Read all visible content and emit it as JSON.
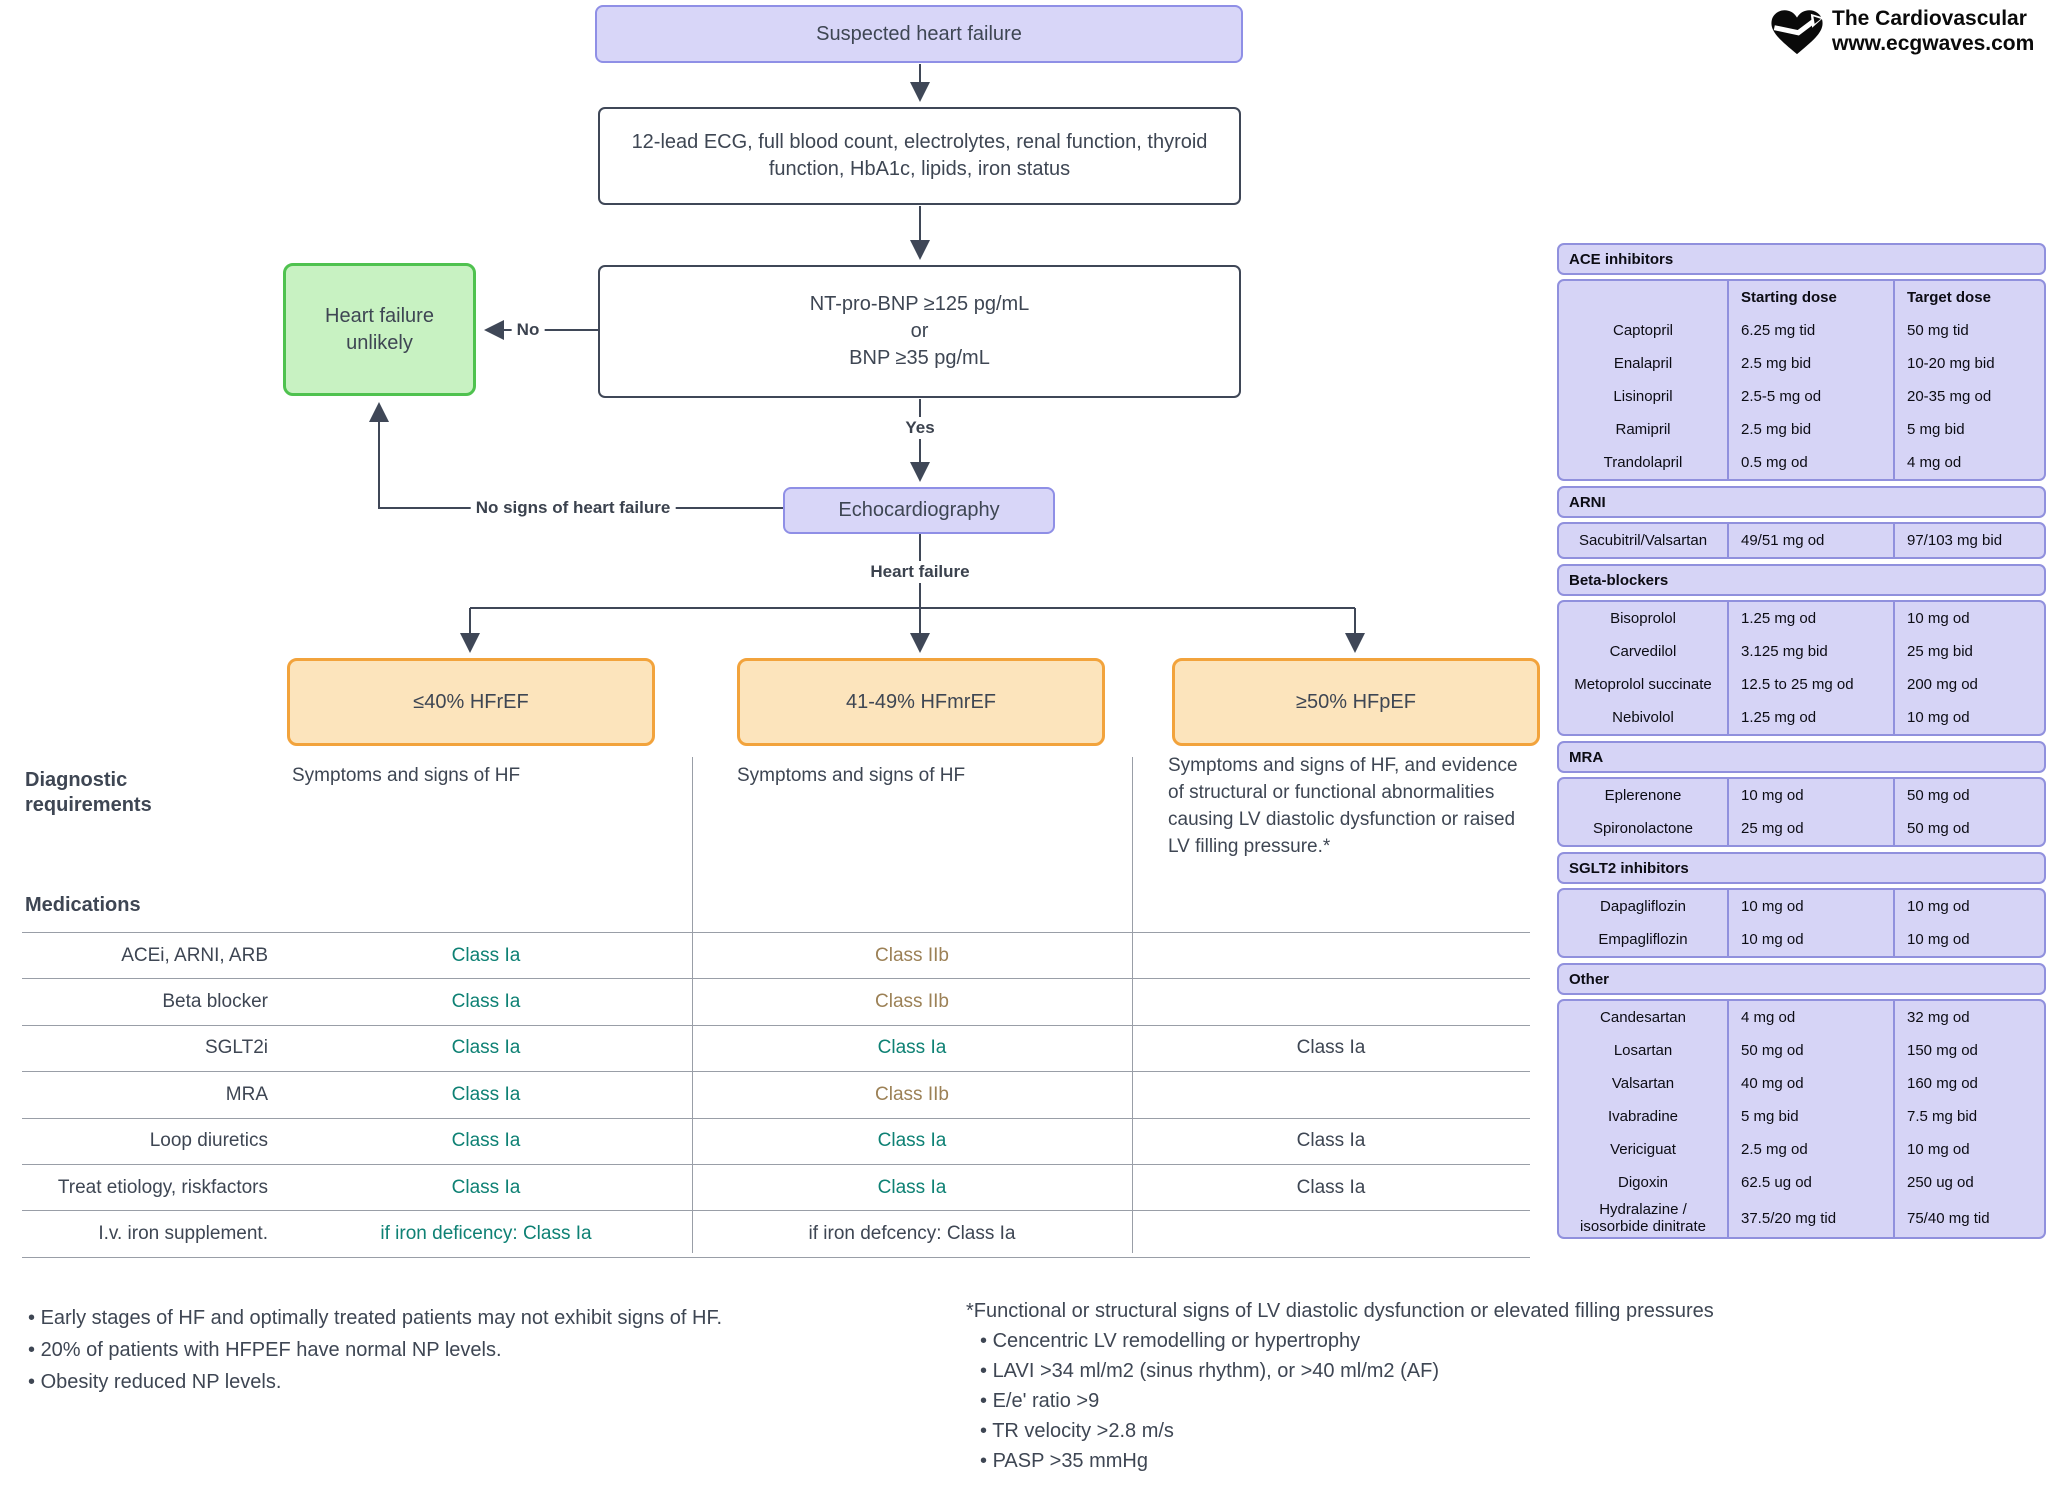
{
  "logo": {
    "title": "The Cardiovascular",
    "site": "www.ecgwaves.com"
  },
  "flowchart": {
    "suspected": "Suspected heart failure",
    "workup": "12-lead ECG, full blood count, electrolytes, renal function, thyroid function, HbA1c, lipids, iron status",
    "bnp_lines": [
      "NT-pro-BNP ≥125 pg/mL",
      "or",
      "BNP ≥35 pg/mL"
    ],
    "unlikely": "Heart failure unlikely",
    "no_label": "No",
    "yes_label": "Yes",
    "echo": "Echocardiography",
    "no_signs_label": "No signs of heart failure",
    "hf_label": "Heart failure",
    "branches": [
      "≤40% HFrEF",
      "41-49% HFmrEF",
      "≥50% HFpEF"
    ]
  },
  "matrix": {
    "diagnostic_header": "Diagnostic requirements",
    "medications_header": "Medications",
    "diagnostic": [
      "Symptoms and signs of HF",
      "Symptoms and signs of HF",
      "Symptoms and signs of HF, and evidence of structural or functional abnormalities causing LV diastolic dysfunction or raised LV filling pressure.*"
    ],
    "rows": [
      {
        "label": "ACEi, ARNI, ARB",
        "cells": [
          {
            "text": "Class Ia",
            "tone": "teal"
          },
          {
            "text": "Class IIb",
            "tone": "olive"
          },
          {
            "text": "",
            "tone": "dark"
          }
        ]
      },
      {
        "label": "Beta blocker",
        "cells": [
          {
            "text": "Class Ia",
            "tone": "teal"
          },
          {
            "text": "Class IIb",
            "tone": "olive"
          },
          {
            "text": "",
            "tone": "dark"
          }
        ]
      },
      {
        "label": "SGLT2i",
        "cells": [
          {
            "text": "Class Ia",
            "tone": "teal"
          },
          {
            "text": "Class Ia",
            "tone": "teal"
          },
          {
            "text": "Class Ia",
            "tone": "dark"
          }
        ]
      },
      {
        "label": "MRA",
        "cells": [
          {
            "text": "Class Ia",
            "tone": "teal"
          },
          {
            "text": "Class IIb",
            "tone": "olive"
          },
          {
            "text": "",
            "tone": "dark"
          }
        ]
      },
      {
        "label": "Loop diuretics",
        "cells": [
          {
            "text": "Class Ia",
            "tone": "teal"
          },
          {
            "text": "Class Ia",
            "tone": "teal"
          },
          {
            "text": "Class Ia",
            "tone": "dark"
          }
        ]
      },
      {
        "label": "Treat etiology, riskfactors",
        "cells": [
          {
            "text": "Class Ia",
            "tone": "teal"
          },
          {
            "text": "Class Ia",
            "tone": "teal"
          },
          {
            "text": "Class Ia",
            "tone": "dark"
          }
        ]
      },
      {
        "label": "I.v. iron supplement.",
        "cells": [
          {
            "text": "if iron deficency: Class Ia",
            "tone": "teal"
          },
          {
            "text": "if iron defcency: Class Ia",
            "tone": "dark"
          },
          {
            "text": "",
            "tone": "dark"
          }
        ]
      }
    ]
  },
  "sidebar": {
    "col_headers": [
      "Starting dose",
      "Target dose"
    ],
    "sections": [
      {
        "title": "ACE inhibitors",
        "header_row": true,
        "rows": [
          [
            "Captopril",
            "6.25 mg tid",
            "50 mg tid"
          ],
          [
            "Enalapril",
            "2.5 mg bid",
            "10-20 mg bid"
          ],
          [
            "Lisinopril",
            "2.5-5 mg od",
            "20-35 mg od"
          ],
          [
            "Ramipril",
            "2.5 mg bid",
            "5 mg bid"
          ],
          [
            "Trandolapril",
            "0.5 mg od",
            "4 mg od"
          ]
        ]
      },
      {
        "title": "ARNI",
        "header_row": false,
        "rows": [
          [
            "Sacubitril/Valsartan",
            "49/51 mg od",
            "97/103 mg bid"
          ]
        ]
      },
      {
        "title": "Beta-blockers",
        "header_row": false,
        "rows": [
          [
            "Bisoprolol",
            "1.25 mg od",
            "10 mg od"
          ],
          [
            "Carvedilol",
            "3.125 mg bid",
            "25 mg bid"
          ],
          [
            "Metoprolol succinate",
            "12.5 to 25 mg od",
            "200 mg od"
          ],
          [
            "Nebivolol",
            "1.25 mg od",
            "10 mg od"
          ]
        ]
      },
      {
        "title": "MRA",
        "header_row": false,
        "rows": [
          [
            "Eplerenone",
            "10 mg od",
            "50 mg od"
          ],
          [
            "Spironolactone",
            "25 mg od",
            "50 mg od"
          ]
        ]
      },
      {
        "title": "SGLT2 inhibitors",
        "header_row": false,
        "rows": [
          [
            "Dapagliflozin",
            "10 mg od",
            "10 mg od"
          ],
          [
            "Empagliflozin",
            "10 mg od",
            "10 mg od"
          ]
        ]
      },
      {
        "title": "Other",
        "header_row": false,
        "rows": [
          [
            "Candesartan",
            "4 mg od",
            "32 mg od"
          ],
          [
            "Losartan",
            "50 mg od",
            "150 mg od"
          ],
          [
            "Valsartan",
            "40 mg od",
            "160 mg od"
          ],
          [
            "Ivabradine",
            "5 mg bid",
            "7.5 mg bid"
          ],
          [
            "Vericiguat",
            "2.5 mg od",
            "10 mg od"
          ],
          [
            "Digoxin",
            "62.5 ug od",
            "250 ug od"
          ],
          [
            "Hydralazine / isosorbide dinitrate",
            "37.5/20 mg tid",
            "75/40 mg tid"
          ]
        ]
      }
    ]
  },
  "notes_left": [
    "Early stages of HF and optimally treated patients may not exhibit signs of HF.",
    "20% of patients with HFPEF have normal NP levels.",
    "Obesity reduced NP levels."
  ],
  "notes_right": {
    "title": "*Functional or structural signs of LV diastolic dysfunction or elevated filling pressures",
    "bullets": [
      "Cencentric LV remodelling or hypertrophy",
      "LAVI >34 ml/m2 (sinus rhythm), or >40 ml/m2 (AF)",
      "E/e' ratio >9",
      "TR velocity >2.8 m/s",
      "PASP >35 mmHg"
    ]
  },
  "colors": {
    "accent_purple": "#d8d6f8",
    "purple_border": "#8f8fe6",
    "green_fill": "#c8f2c2",
    "green_border": "#4fc24f",
    "orange_fill": "#fce4bc",
    "orange_border": "#f2a33c",
    "class_teal": "#0e8174",
    "class_olive": "#9c8156",
    "text_dark": "#3e4653"
  }
}
